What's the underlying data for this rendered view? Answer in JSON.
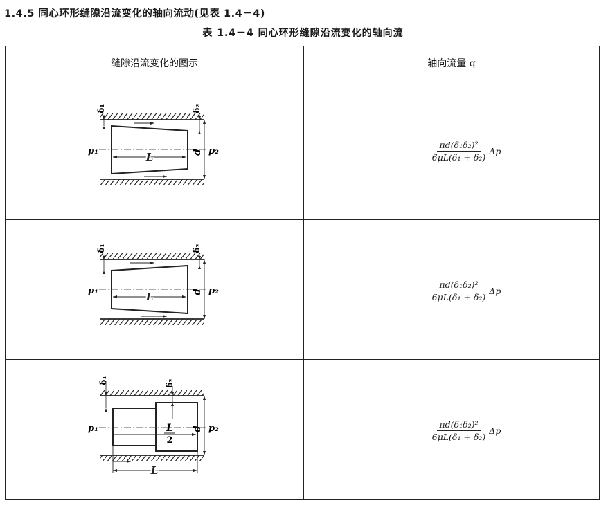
{
  "heading": "1.4.5  同心环形缝隙沿流变化的轴向流动(见表 1.4－4)",
  "caption": "表 1.4－4   同心环形缝隙沿流变化的轴向流",
  "table": {
    "header_diagram": "缝隙沿流变化的图示",
    "header_flow": "轴向流量 q",
    "rows": [
      {
        "labels": {
          "delta1": "δ₁",
          "delta2": "δ₂",
          "p1": "p₁",
          "p2": "p₂",
          "L": "L",
          "d": "d"
        },
        "formula": {
          "numerator": "πd(δ₁δ₂)²",
          "denominator": "6μL(δ₁ + δ₂)",
          "tail": "Δp"
        }
      },
      {
        "labels": {
          "delta1": "δ₁",
          "delta2": "δ₂",
          "p1": "p₁",
          "p2": "p₂",
          "L": "L",
          "d": "d"
        },
        "formula": {
          "numerator": "πd(δ₁δ₂)²",
          "denominator": "6μL(δ₁ + δ₂)",
          "tail": "Δp"
        }
      },
      {
        "labels": {
          "delta1": "δ₁",
          "delta2": "δ₂",
          "p1": "p₁",
          "p2": "p₂",
          "L_half": "L",
          "two": "2",
          "L": "L",
          "d": "d"
        },
        "formula": {
          "numerator": "πd(δ₁δ₂)²",
          "denominator": "6μL(δ₁ + δ₂)",
          "tail": "Δp"
        }
      }
    ]
  }
}
